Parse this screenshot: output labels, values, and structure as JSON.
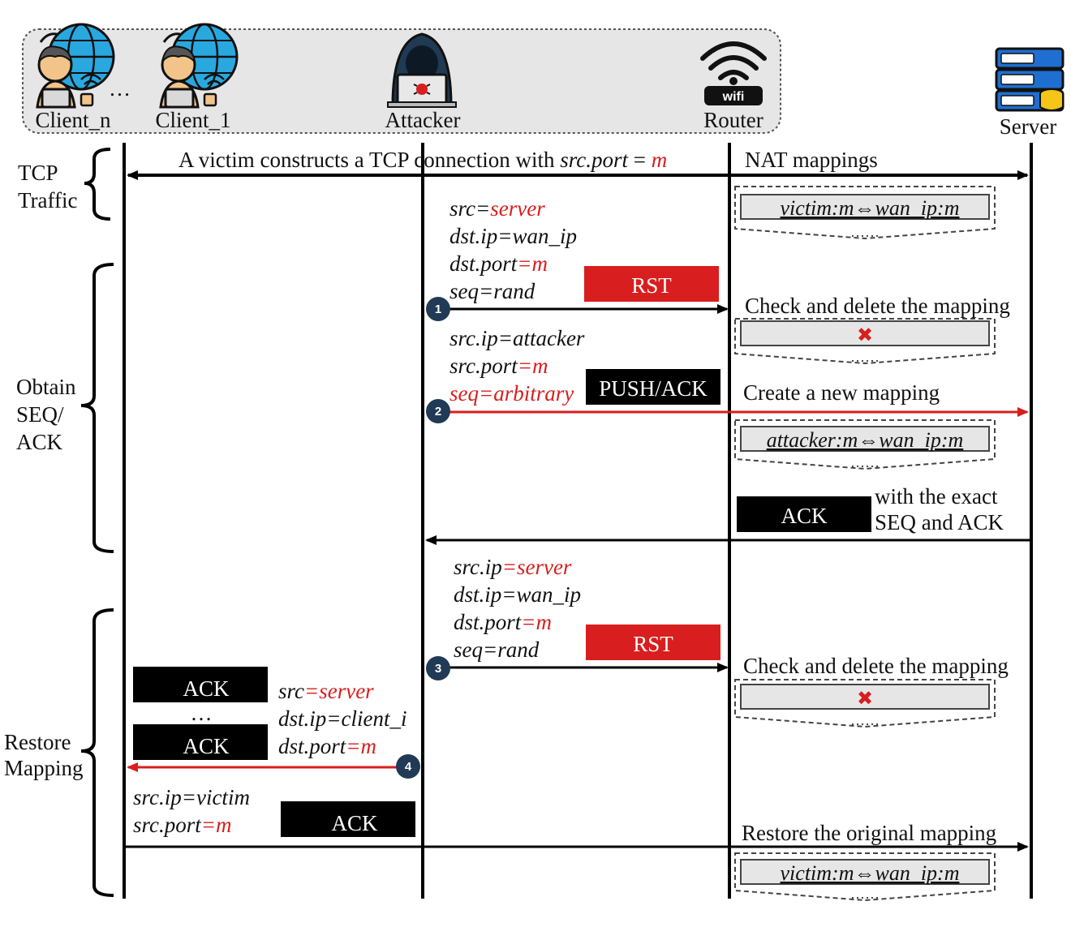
{
  "actors": {
    "client_n": "Client_n",
    "client_1": "Client_1",
    "attacker": "Attacker",
    "router": "Router",
    "server": "Server",
    "wifi_badge": "wifi",
    "clients_ellipsis": "…"
  },
  "phases": {
    "tcp": [
      "TCP",
      "Traffic"
    ],
    "obtain": [
      "Obtain",
      "SEQ/",
      "ACK"
    ],
    "restore": [
      "Restore",
      "Mapping"
    ]
  },
  "tcp_traffic": {
    "text_before": "A victim constructs a TCP connection with ",
    "var": "src.port",
    "eq": " = ",
    "val": "m",
    "nat_label": "NAT mappings",
    "mapping": "victim:m⇔wan_ip:m"
  },
  "step1": {
    "lines": [
      [
        {
          "t": "src",
          "c": "k"
        },
        {
          "t": "=",
          "c": "k"
        },
        {
          "t": "server",
          "c": "r"
        }
      ],
      [
        {
          "t": "dst.ip=wan_ip",
          "c": "k"
        }
      ],
      [
        {
          "t": "dst.port",
          "c": "k"
        },
        {
          "t": "=m",
          "c": "r"
        }
      ],
      [
        {
          "t": "seq=rand",
          "c": "k"
        }
      ]
    ],
    "packet": "RST",
    "number": "1",
    "router_note": "Check and delete the mapping",
    "mark": "✖"
  },
  "step2": {
    "lines": [
      [
        {
          "t": "src.ip=attacker",
          "c": "k"
        }
      ],
      [
        {
          "t": "src.port",
          "c": "k"
        },
        {
          "t": "=m",
          "c": "r"
        }
      ],
      [
        {
          "t": "seq=arbitrary",
          "c": "r"
        }
      ]
    ],
    "packet": "PUSH/ACK",
    "number": "2",
    "router_note": "Create a new mapping",
    "mapping": "attacker:m⇔wan_ip:m"
  },
  "server_reply": {
    "packet": "ACK",
    "note_lines": [
      "with the exact",
      "SEQ and ACK"
    ]
  },
  "step3": {
    "lines": [
      [
        {
          "t": "src.ip",
          "c": "k"
        },
        {
          "t": "=server",
          "c": "r"
        }
      ],
      [
        {
          "t": "dst.ip=wan_ip",
          "c": "k"
        }
      ],
      [
        {
          "t": "dst.port",
          "c": "k"
        },
        {
          "t": "=m",
          "c": "r"
        }
      ],
      [
        {
          "t": "seq=rand",
          "c": "k"
        }
      ]
    ],
    "packet": "RST",
    "number": "3",
    "router_note": "Check and delete the mapping",
    "mark": "✖"
  },
  "step4": {
    "lines": [
      [
        {
          "t": "src",
          "c": "k"
        },
        {
          "t": "=server",
          "c": "r"
        }
      ],
      [
        {
          "t": "dst.ip=client_i",
          "c": "k"
        }
      ],
      [
        {
          "t": "dst.port",
          "c": "k"
        },
        {
          "t": "=m",
          "c": "r"
        }
      ]
    ],
    "packets": [
      "ACK",
      "ACK"
    ],
    "ellipsis": "…",
    "number": "4"
  },
  "restore": {
    "lines": [
      [
        {
          "t": "src.ip=victim",
          "c": "k"
        }
      ],
      [
        {
          "t": "src.port",
          "c": "k"
        },
        {
          "t": "=m",
          "c": "r"
        }
      ]
    ],
    "packet": "ACK",
    "router_note": "Restore the original mapping",
    "mapping": "victim:m⇔wan_ip:m"
  },
  "colors": {
    "red": "#d81e1e",
    "black": "#000000",
    "panel": "#e6e6e6",
    "badge": "#213a55"
  }
}
